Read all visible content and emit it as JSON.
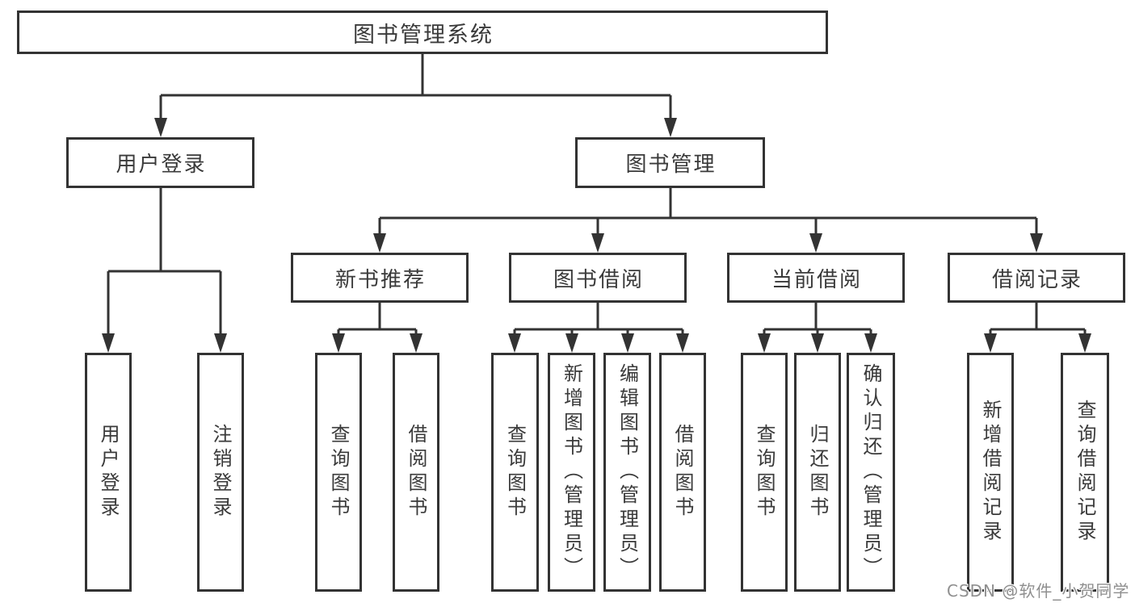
{
  "diagram": {
    "background": "#ffffff",
    "line_color": "#333333",
    "text_color": "#3a3a3a",
    "watermark": "CSDN @软件_小贺同学",
    "tree": {
      "label": "图书管理系统",
      "children": [
        {
          "label": "用户登录",
          "children": [
            {
              "label": "用户登录"
            },
            {
              "label": "注销登录"
            }
          ]
        },
        {
          "label": "图书管理",
          "children": [
            {
              "label": "新书推荐",
              "children": [
                {
                  "label": "查询图书"
                },
                {
                  "label": "借阅图书"
                }
              ]
            },
            {
              "label": "图书借阅",
              "children": [
                {
                  "label": "查询图书"
                },
                {
                  "label": "新增图书（管理员）"
                },
                {
                  "label": "编辑图书（管理员）"
                },
                {
                  "label": "借阅图书"
                }
              ]
            },
            {
              "label": "当前借阅",
              "children": [
                {
                  "label": "查询图书"
                },
                {
                  "label": "归还图书"
                },
                {
                  "label": "确认归还（管理员）"
                }
              ]
            },
            {
              "label": "借阅记录",
              "children": [
                {
                  "label": "新增借阅记录"
                },
                {
                  "label": "查询借阅记录"
                }
              ]
            }
          ]
        }
      ]
    }
  }
}
